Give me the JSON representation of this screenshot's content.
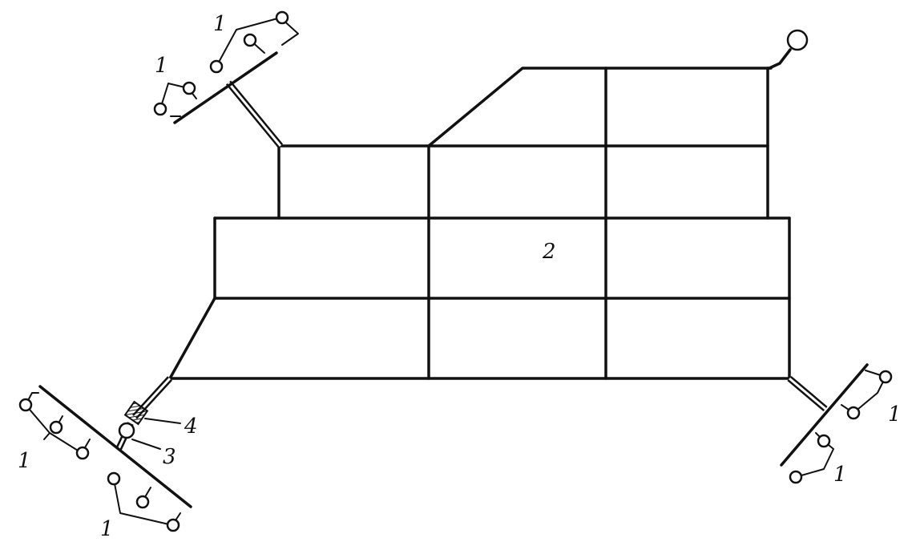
{
  "diagram": {
    "labels": {
      "l1_top_upper": "1",
      "l1_top_lower": "1",
      "l2_center": "2",
      "l3": "3",
      "l4": "4",
      "l1_bl_upper": "1",
      "l1_bl_lower": "1",
      "l1_br_upper": "1",
      "l1_br_lower": "1"
    }
  }
}
